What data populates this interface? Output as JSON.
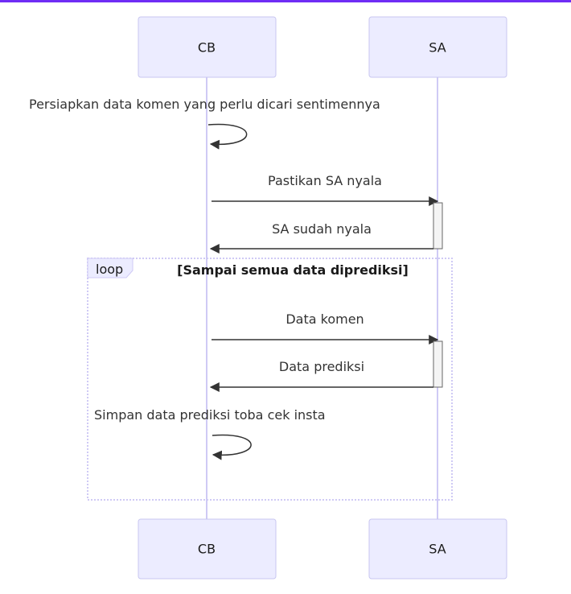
{
  "colors": {
    "top_bar": "#6f2cf5",
    "actor_fill": "#ECECFF",
    "lifeline": "#cfcaf5",
    "arrow": "#333333"
  },
  "actors": {
    "cb": "CB",
    "sa": "SA"
  },
  "notes": {
    "prepare": "Persiapkan data komen yang perlu dicari sentimennya",
    "save": "Simpan data prediksi toba cek insta"
  },
  "messages": {
    "ensure_sa_on": "Pastikan SA nyala",
    "sa_on": "SA sudah nyala",
    "comment_data": "Data komen",
    "prediction_data": "Data prediksi"
  },
  "loop": {
    "label": "loop",
    "condition": "[Sampai semua data diprediksi]"
  }
}
